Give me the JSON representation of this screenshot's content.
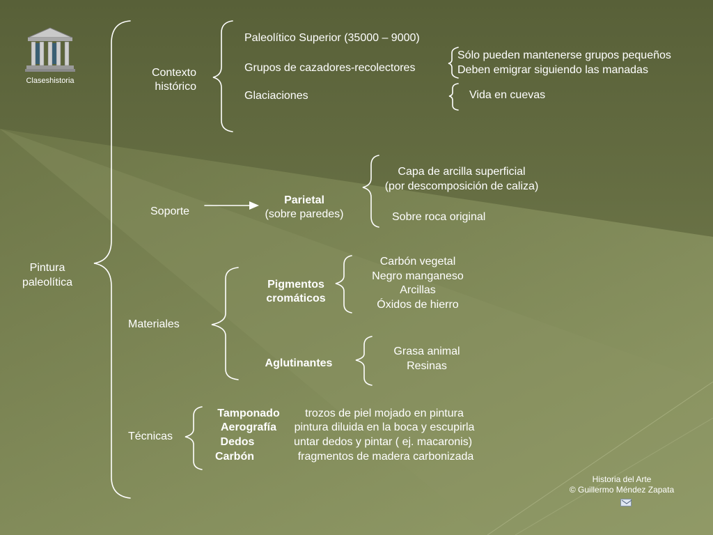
{
  "colors": {
    "background_top": "#5d643f",
    "background_bottom": "#8d9663",
    "text": "#ffffff",
    "lines": "#ffffff"
  },
  "logo": {
    "caption": "Claseshistoria",
    "icon": "greek-temple-icon"
  },
  "root": {
    "line1": "Pintura",
    "line2": "paleolítica"
  },
  "contexto": {
    "line1": "Contexto",
    "line2": "histórico",
    "items": [
      "Paleolítico Superior (35000 – 9000)",
      "Grupos de cazadores-recolectores",
      "Glaciaciones"
    ],
    "grupos_notes": [
      "Sólo pueden mantenerse grupos pequeños",
      "Deben emigrar siguiendo las manadas"
    ],
    "glaciaciones_note": "Vida en cuevas"
  },
  "soporte": {
    "label": "Soporte",
    "type_title": "Parietal",
    "type_sub": "(sobre paredes)",
    "details": [
      "Capa de arcilla superficial",
      "(por descomposición de caliza)",
      "Sobre roca original"
    ]
  },
  "materiales": {
    "label": "Materiales",
    "pigmentos": {
      "line1": "Pigmentos",
      "line2": "cromáticos",
      "items": [
        "Carbón vegetal",
        "Negro manganeso",
        "Arcillas",
        "Óxidos de hierro"
      ]
    },
    "aglutinantes": {
      "label": "Aglutinantes",
      "items": [
        "Grasa animal",
        "Resinas"
      ]
    }
  },
  "tecnicas": {
    "label": "Técnicas",
    "rows": [
      {
        "name": "Tamponado",
        "desc": "trozos de piel mojado en pintura"
      },
      {
        "name": "Aerografía",
        "desc": "pintura diluida en la boca y escupirla"
      },
      {
        "name": "Dedos",
        "desc": "untar dedos y pintar ( ej. macaronis)"
      },
      {
        "name": "Carbón",
        "desc": "fragmentos de madera carbonizada"
      }
    ]
  },
  "footer": {
    "line1": "Historia del Arte",
    "line2": "©  Guillermo Méndez Zapata",
    "mail_icon": "envelope-icon"
  }
}
